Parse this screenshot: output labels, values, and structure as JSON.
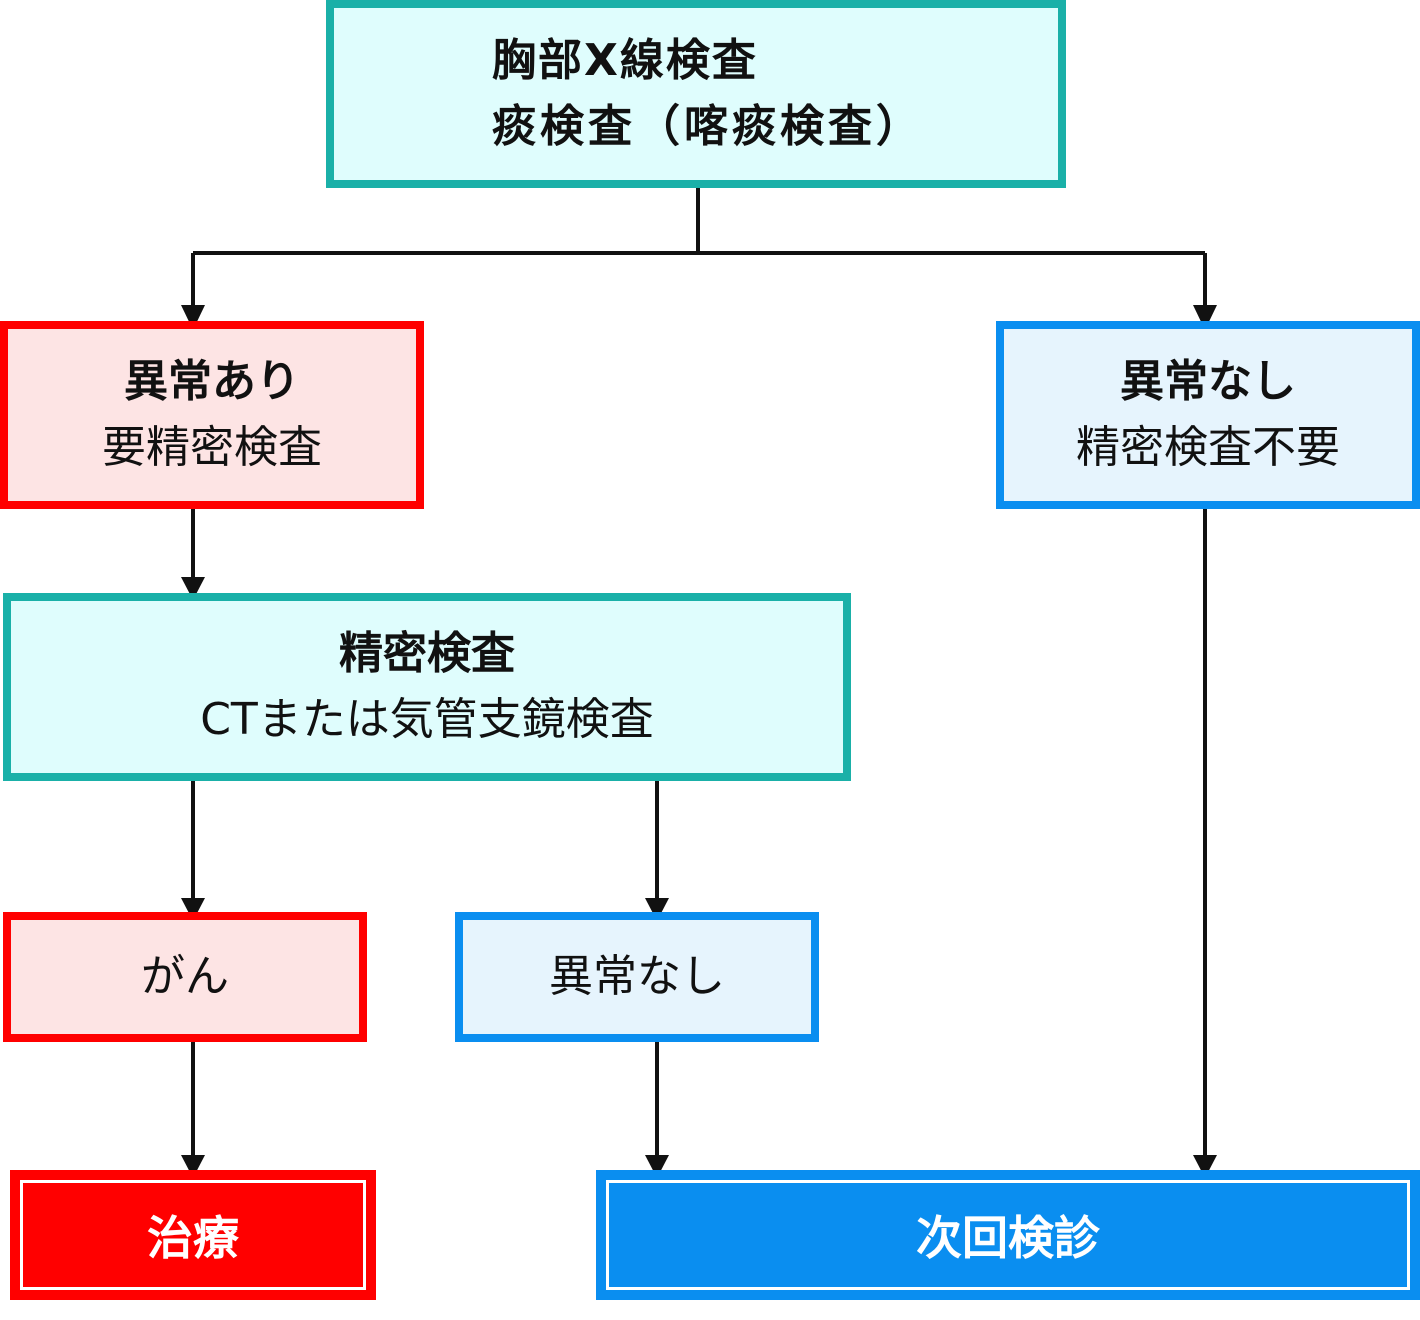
{
  "nodes": {
    "screening": {
      "line1": "胸部X線検査",
      "line2": "痰検査（喀痰検査）"
    },
    "abnormal": {
      "title": "異常あり",
      "sub": "要精密検査"
    },
    "normal": {
      "title": "異常なし",
      "sub": "精密検査不要"
    },
    "detailed": {
      "title": "精密検査",
      "sub": "CTまたは気管支鏡検査"
    },
    "cancer": {
      "label": "がん"
    },
    "no_abnormal": {
      "label": "異常なし"
    },
    "treatment": {
      "label": "治療"
    },
    "next_exam": {
      "label": "次回検診"
    }
  },
  "colors": {
    "teal_border": "#1ab0a8",
    "teal_fill": "#dffdfd",
    "red_border": "#ff0000",
    "red_fill": "#fde4e4",
    "blue_border": "#0a8ef0",
    "blue_fill": "#e6f4fd",
    "arrow": "#111111"
  }
}
